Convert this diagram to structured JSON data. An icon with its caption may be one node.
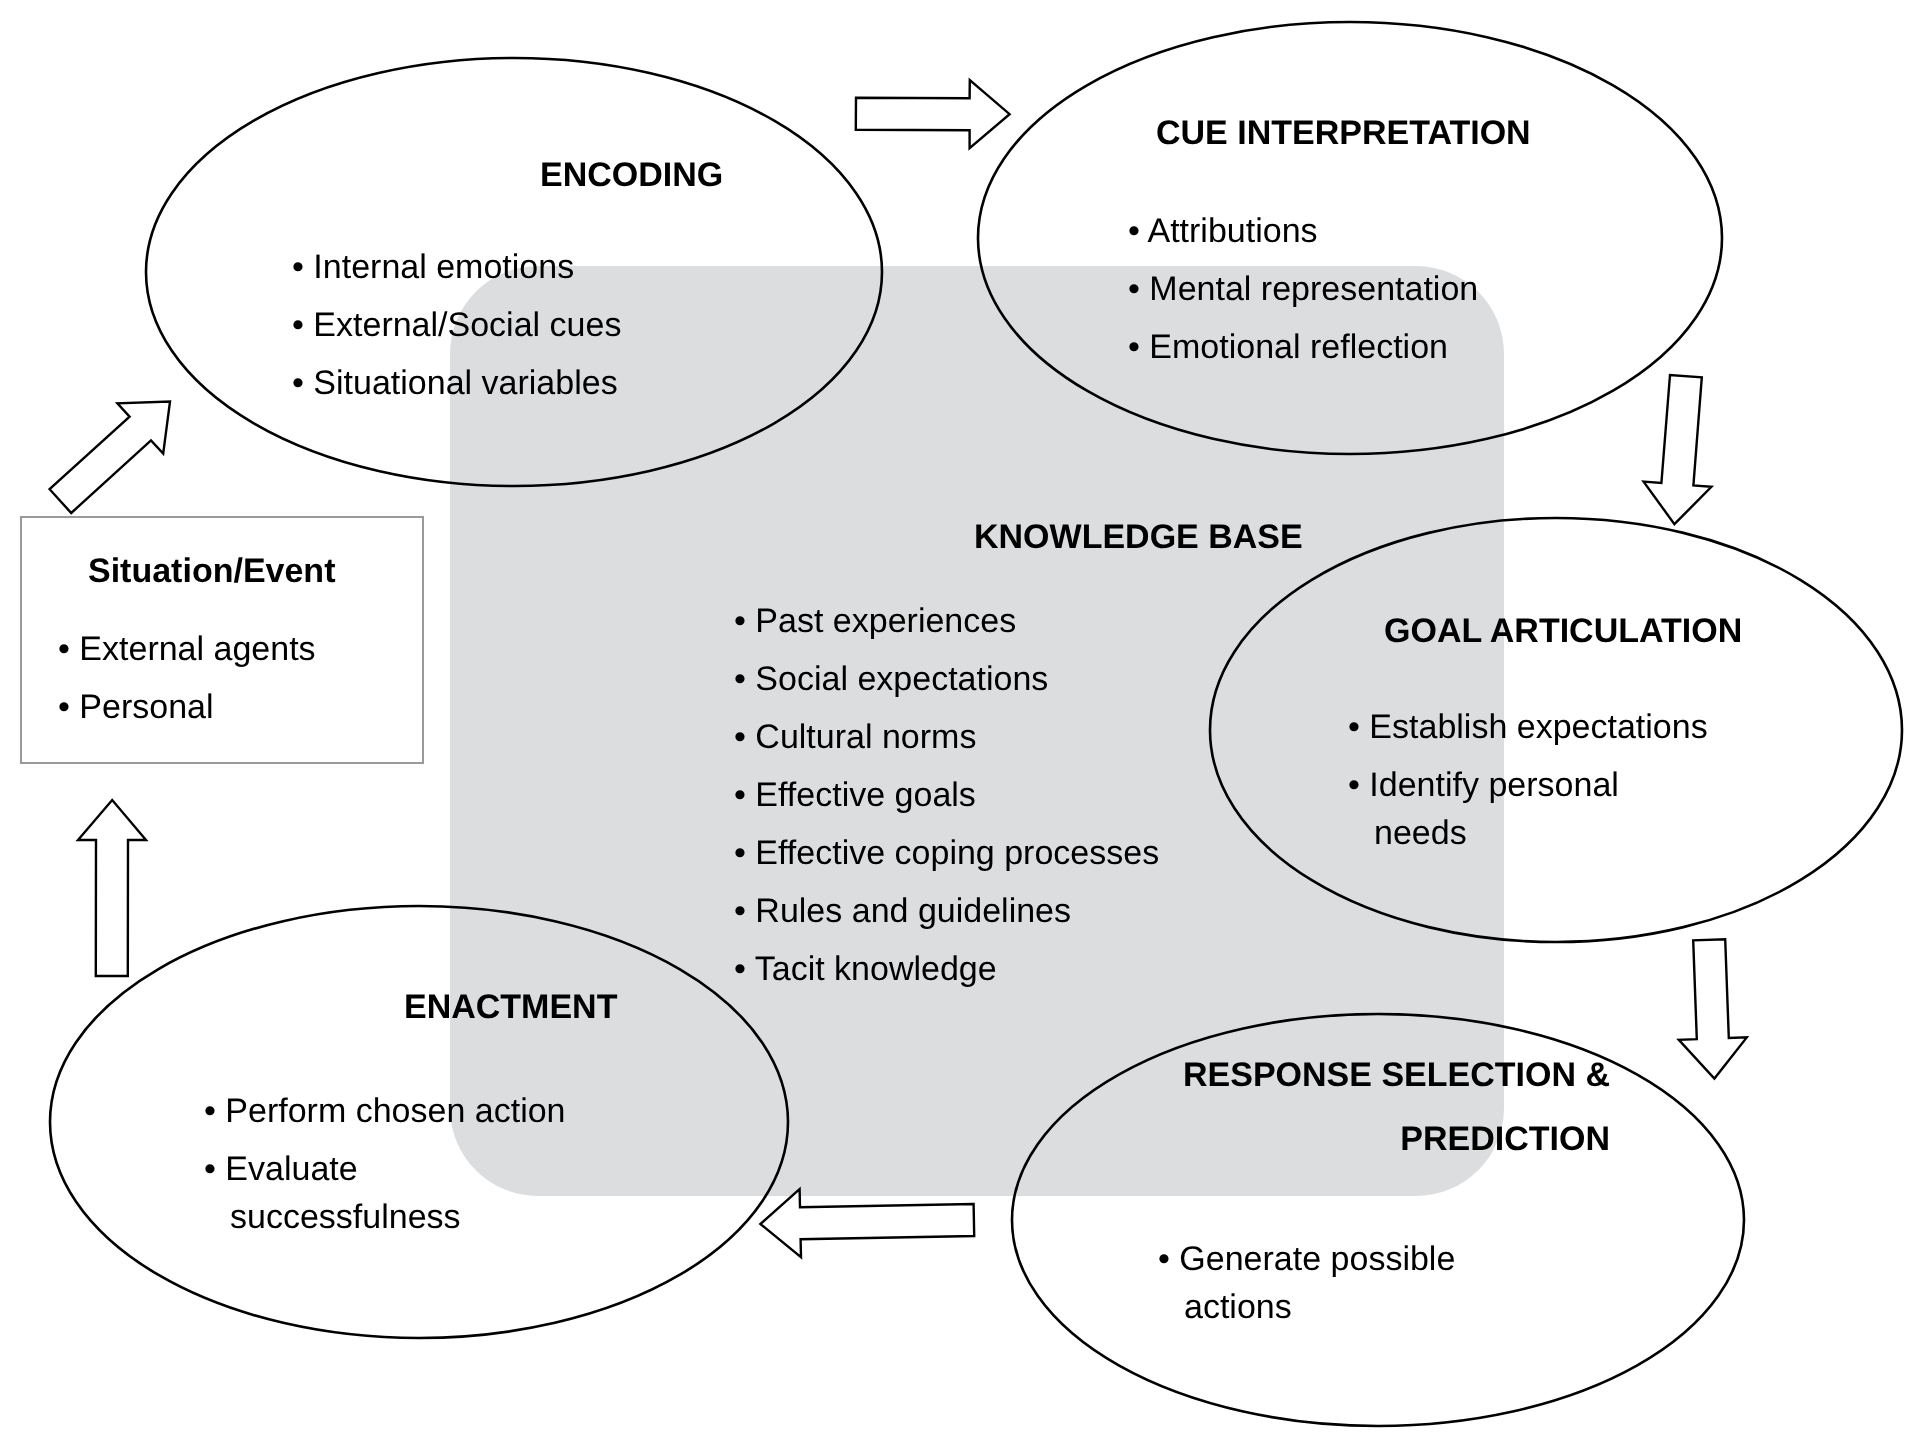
{
  "diagram": {
    "nodes": [
      {
        "text": [
          "ENCODING",
          "• Internal emotions",
          "• External/Social cues",
          "• Situational variables"
        ]
      },
      {
        "text": [
          "CUE INTERPRETATION",
          "• Attributions",
          "• Mental representation",
          "• Emotional reflection"
        ]
      },
      {
        "text": [
          "KNOWLEDGE BASE",
          "• Past experiences",
          "• Social expectations",
          "• Cultural norms",
          "• Effective goals",
          "• Effective coping processes",
          "• Rules and guidelines",
          "• Tacit knowledge"
        ]
      },
      {
        "text": [
          "Situation/Event",
          "• External agents",
          "• Personal"
        ]
      },
      {
        "text": [
          "GOAL ARTICULATION",
          "• Establish expectations",
          "• Identify personal needs"
        ]
      },
      {
        "text": [
          "ENACTMENT",
          "• Perform chosen action",
          "• Evaluate successfulness"
        ]
      },
      {
        "text": [
          "RESPONSE SELECTION & PREDICTION",
          "• Generate possible actions"
        ]
      }
    ],
    "edges": [
      {
        "from": 3,
        "to": 0,
        "arrow": "to"
      },
      {
        "from": 0,
        "to": 1,
        "arrow": "to"
      },
      {
        "from": 1,
        "to": 4,
        "arrow": "to"
      },
      {
        "from": 4,
        "to": 6,
        "arrow": "to"
      },
      {
        "from": 6,
        "to": 5,
        "arrow": "to"
      },
      {
        "from": 5,
        "to": 3,
        "arrow": "to"
      }
    ]
  }
}
